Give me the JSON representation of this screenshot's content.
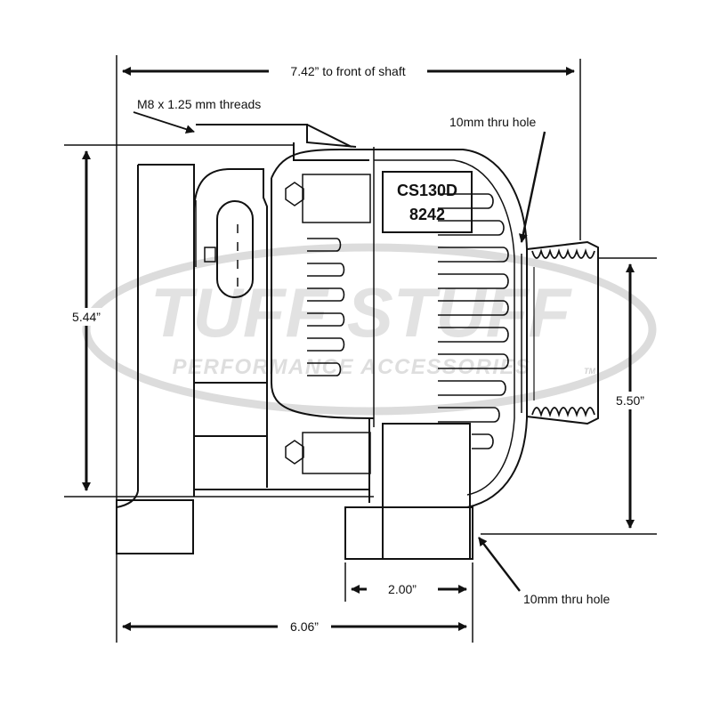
{
  "watermark": {
    "brand": "TUFF STUFF",
    "tagline": "PERFORMANCE ACCESSORIES",
    "trademark": "TM",
    "color": "#dcdcdc"
  },
  "part_label": {
    "model": "CS130D",
    "number": "8242"
  },
  "dimensions": {
    "overall_to_shaft": "7.42” to front of shaft",
    "height_left": "5.44”",
    "pulley_height": "5.50”",
    "mount_width": "2.00”",
    "overall_body": "6.06”"
  },
  "callouts": {
    "threads": "M8 x 1.25 mm threads",
    "hole_top": "10mm thru hole",
    "hole_bottom": "10mm thru hole"
  },
  "colors": {
    "line": "#111111",
    "watermark": "#dcdcdc"
  }
}
